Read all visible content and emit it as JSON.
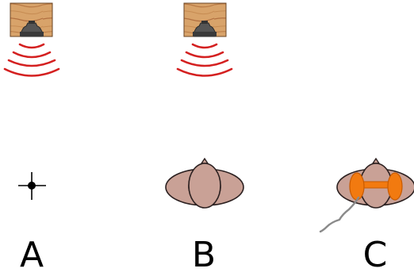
{
  "panels": [
    {
      "label": "A"
    },
    {
      "label": "B"
    },
    {
      "label": "C"
    }
  ],
  "icons": {
    "speaker": "speaker-icon",
    "sound_waves": "sound-waves-icon",
    "point_microphone": "point-microphone-icon",
    "listener_head": "listener-head-icon",
    "listener_with_headphones": "listener-headphones-icon",
    "cable": "cable-icon"
  },
  "colors": {
    "wood_light": "#d8a36a",
    "wood_dark": "#a8683a",
    "speaker_grey": "#4a4a4a",
    "sound_wave_red": "#d42020",
    "skin": "#c9a196",
    "head_outline": "#2b2020",
    "headphone_orange": "#f27a10",
    "cable_grey": "#8a8a8a",
    "label_black": "#000000"
  }
}
